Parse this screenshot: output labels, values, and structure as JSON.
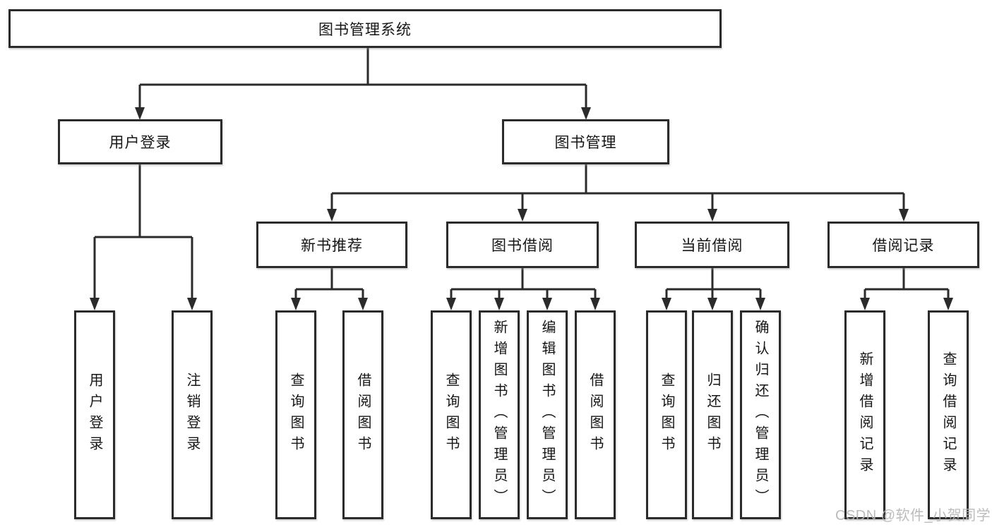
{
  "diagram": {
    "type": "hierarchy-tree",
    "title": "图书管理系统",
    "colors": {
      "line": "#2b2b2b",
      "border": "#2b2b2b",
      "box_background": "#ffffff",
      "text": "#161616",
      "watermark": "#b5b5b5"
    },
    "nodes": {
      "root": "图书管理系统",
      "user_login": "用户登录",
      "book_mgmt": "图书管理",
      "new_book": "新书推荐",
      "book_borrow": "图书借阅",
      "current_borrow": "当前借阅",
      "borrow_record": "借阅记录",
      "leaf_user_login": "用户登录",
      "leaf_logout": "注销登录",
      "leaf_nb_query": "查询图书",
      "leaf_nb_borrow": "借阅图书",
      "leaf_bb_query": "查询图书",
      "leaf_bb_add": "新增图书（管理员）",
      "leaf_bb_edit": "编辑图书（管理员）",
      "leaf_bb_borrow": "借阅图书",
      "leaf_cb_query": "查询图书",
      "leaf_cb_return": "归还图书",
      "leaf_cb_confirm": "确认归还（管理员）",
      "leaf_br_add": "新增借阅记录",
      "leaf_br_query": "查询借阅记录"
    },
    "structure": {
      "图书管理系统": {
        "用户登录": [
          "用户登录",
          "注销登录"
        ],
        "图书管理": {
          "新书推荐": [
            "查询图书",
            "借阅图书"
          ],
          "图书借阅": [
            "查询图书",
            "新增图书（管理员）",
            "编辑图书（管理员）",
            "借阅图书"
          ],
          "当前借阅": [
            "查询图书",
            "归还图书",
            "确认归还（管理员）"
          ],
          "借阅记录": [
            "新增借阅记录",
            "查询借阅记录"
          ]
        }
      }
    },
    "watermark": "CSDN @软件_小贺同学"
  }
}
